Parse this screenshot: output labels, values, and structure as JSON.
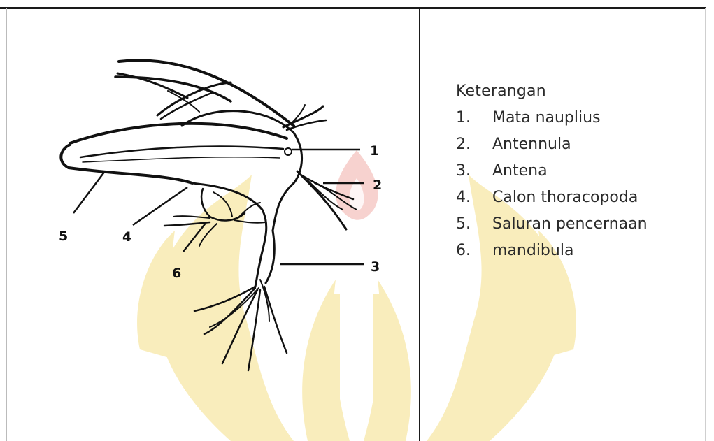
{
  "legend": {
    "heading": "Keterangan",
    "items": [
      {
        "number": "1.",
        "label": "Mata nauplius"
      },
      {
        "number": "2.",
        "label": "Antennula"
      },
      {
        "number": "3.",
        "label": "Antena"
      },
      {
        "number": "4.",
        "label": "Calon thoracopoda"
      },
      {
        "number": "5.",
        "label": "Saluran pencernaan"
      },
      {
        "number": "6.",
        "label": "mandibula"
      }
    ]
  },
  "callouts": [
    "1",
    "2",
    "3",
    "4",
    "5",
    "6"
  ],
  "colors": {
    "ink": "#111111",
    "text": "#2a2a2a",
    "watermark_yellow": "#f7e7a6",
    "watermark_red": "#f5c7c3"
  }
}
